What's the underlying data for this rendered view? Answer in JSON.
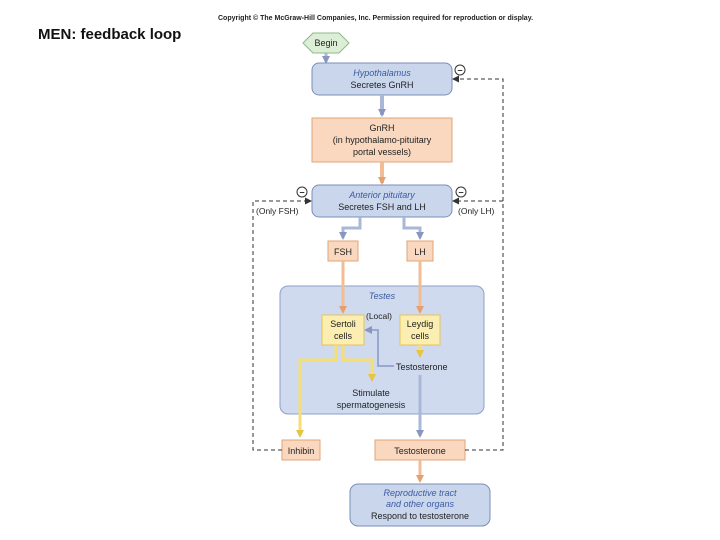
{
  "slide": {
    "title": "MEN: feedback loop",
    "copyright": "Copyright © The McGraw-Hill Companies, Inc. Permission required for reproduction or display."
  },
  "diagram": {
    "begin": "Begin",
    "hypothalamus": {
      "title": "Hypothalamus",
      "text": "Secretes GnRH"
    },
    "gnrh": {
      "line1": "GnRH",
      "line2": "(in hypothalamo-pituitary",
      "line3": "portal vessels)"
    },
    "anterior_pituitary": {
      "title": "Anterior pituitary",
      "text": "Secretes FSH and LH"
    },
    "only_fsh": "(Only FSH)",
    "only_lh": "(Only LH)",
    "fsh": "FSH",
    "lh": "LH",
    "testes": "Testes",
    "local": "(Local)",
    "sertoli": {
      "line1": "Sertoli",
      "line2": "cells"
    },
    "leydig": {
      "line1": "Leydig",
      "line2": "cells"
    },
    "testosterone_inner": "Testosterone",
    "stimulate": {
      "line1": "Stimulate",
      "line2": "spermatogenesis"
    },
    "inhibin": "Inhibin",
    "testosterone_outer": "Testosterone",
    "repro": {
      "line1": "Reproductive tract",
      "line2": "and other organs",
      "line3": "Respond to testosterone"
    },
    "minus_sign": "−"
  },
  "colors": {
    "blue_box_fill": "#c9d6ec",
    "blue_box_stroke": "#7b8db8",
    "orange_fill": "#f9d8bf",
    "orange_stroke": "#e1a57a",
    "yellow_fill": "#fbeeb0",
    "yellow_stroke": "#e6c35a",
    "testes_fill": "#cfdaee",
    "begin_fill": "#dcefd6",
    "blue_text": "#3d5aa3",
    "arrow_blue": "#aab8d8",
    "arrow_orange": "#f2bc97",
    "arrow_yellow": "#f6de74"
  }
}
